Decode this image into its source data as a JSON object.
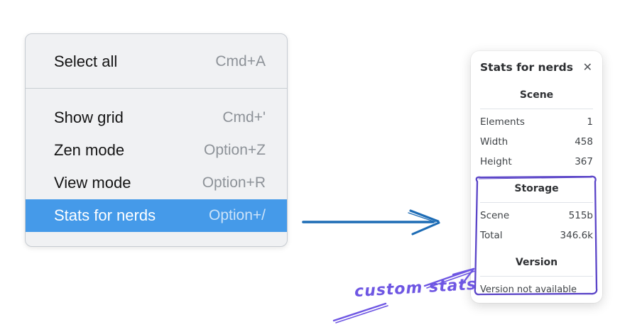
{
  "colors": {
    "menu_highlight": "#459ae9",
    "arrow_blue": "#1d6cb5",
    "annotation_purple": "#6e56e3",
    "box_purple": "#5b45c8"
  },
  "context_menu": {
    "items": [
      {
        "label": "Select all",
        "shortcut": "Cmd+A",
        "selected": false
      },
      {
        "label": "Show grid",
        "shortcut": "Cmd+'",
        "selected": false
      },
      {
        "label": "Zen mode",
        "shortcut": "Option+Z",
        "selected": false
      },
      {
        "label": "View mode",
        "shortcut": "Option+R",
        "selected": false
      },
      {
        "label": "Stats for nerds",
        "shortcut": "Option+/",
        "selected": true
      }
    ]
  },
  "stats_panel": {
    "title": "Stats for nerds",
    "close_icon": "✕",
    "sections": [
      {
        "heading": "Scene",
        "rows": [
          {
            "label": "Elements",
            "value": "1"
          },
          {
            "label": "Width",
            "value": "458"
          },
          {
            "label": "Height",
            "value": "367"
          }
        ]
      },
      {
        "heading": "Storage",
        "rows": [
          {
            "label": "Scene",
            "value": "515b"
          },
          {
            "label": "Total",
            "value": "346.6k"
          }
        ]
      },
      {
        "heading": "Version",
        "note": "Version not available"
      }
    ]
  },
  "annotation": {
    "label": "custom stats"
  }
}
